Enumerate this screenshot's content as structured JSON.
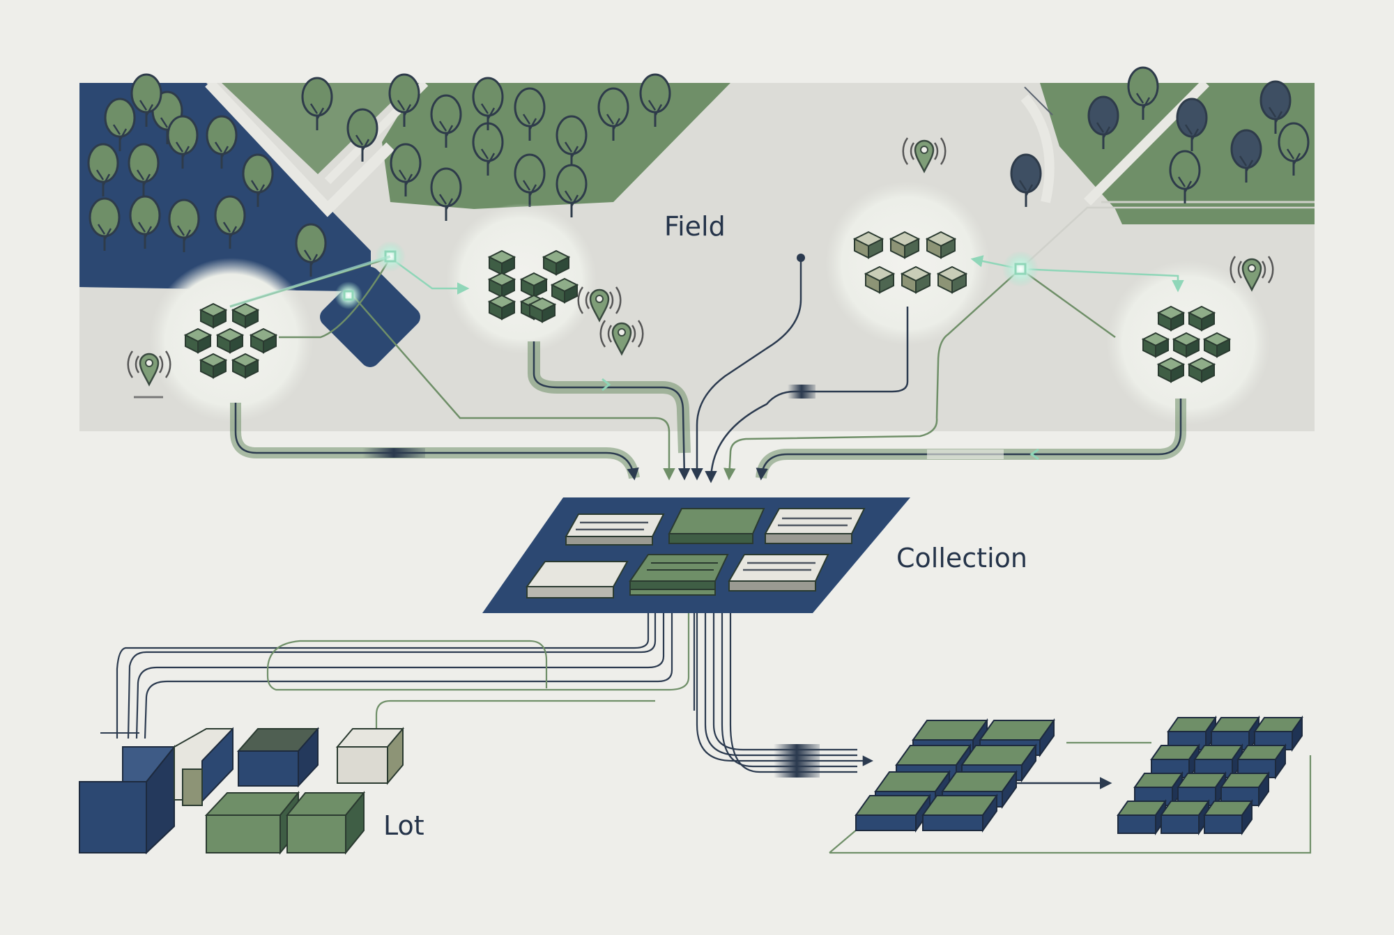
{
  "labels": {
    "field": "Field",
    "collection": "Collection",
    "lot": "Lot"
  },
  "colors": {
    "background": "#eeeeea",
    "field_band": "#dcdcd7",
    "navy": "#2c4872",
    "green": "#6f8f68",
    "dark_green": "#3f5e45",
    "light_box": "#e7e6df",
    "glow": "#a8e3cc",
    "line": "#2b3a4f"
  },
  "icons": [
    "tree-icon",
    "location-pin-icon",
    "crate-icon",
    "arrow-icon"
  ]
}
